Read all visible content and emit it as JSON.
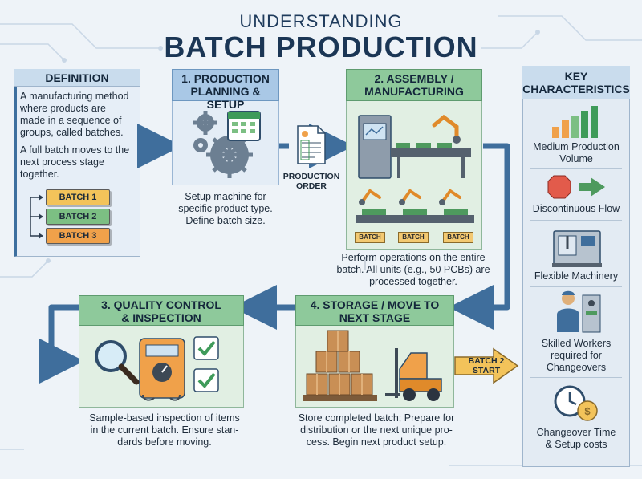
{
  "header": {
    "title_line1": "UNDERSTANDING",
    "title_line2": "BATCH PRODUCTION"
  },
  "definition": {
    "heading": "DEFINITION",
    "para1": [
      "A manufacturing method",
      "where products are",
      "made in a sequence of",
      "groups, called batches."
    ],
    "para2": [
      "A full batch moves to the",
      "next process stage",
      "together."
    ],
    "batches": [
      {
        "label": "BATCH 1",
        "color": "#f3c35a"
      },
      {
        "label": "BATCH 2",
        "color": "#7cbf83"
      },
      {
        "label": "BATCH 3",
        "color": "#f0a14a"
      }
    ]
  },
  "stages": {
    "planning": {
      "heading": [
        "1. PRODUCTION",
        "PLANNING & SETUP"
      ],
      "desc": [
        "Setup machine for",
        "specific product type.",
        "Define batch size."
      ]
    },
    "order": {
      "label": [
        "PRODUCTION",
        "ORDER"
      ]
    },
    "assembly": {
      "heading": [
        "2. ASSEMBLY /",
        "MANUFACTURING"
      ],
      "bins": [
        "BATCH",
        "BATCH",
        "BATCH"
      ],
      "desc": [
        "Perform operations on the entire",
        "batch. All units (e.g., 50 PCBs) are",
        "processed together."
      ]
    },
    "quality": {
      "heading": [
        "3. QUALITY CONTROL",
        "& INSPECTION"
      ],
      "desc": [
        "Sample-based inspection of items",
        "in the current batch. Ensure stan-",
        "dards before moving."
      ]
    },
    "storage": {
      "heading": [
        "4. STORAGE / MOVE TO",
        "NEXT STAGE"
      ],
      "desc": [
        "Store completed batch; Prepare for",
        "distribution or the next unique pro-",
        "cess. Begin next product setup."
      ],
      "next_batch": [
        "BATCH 2",
        "START"
      ]
    }
  },
  "key_characteristics": {
    "heading": [
      "KEY",
      "CHARACTERISTICS"
    ],
    "items": [
      {
        "icon": "bar-chart-icon",
        "label": [
          "Medium Production",
          "Volume"
        ]
      },
      {
        "icon": "stop-arrow-icon",
        "label": [
          "Discontinuous Flow"
        ]
      },
      {
        "icon": "cnc-machine-icon",
        "label": [
          "Flexible Machinery"
        ]
      },
      {
        "icon": "worker-icon",
        "label": [
          "Skilled Workers",
          "required for",
          "Changeovers"
        ]
      },
      {
        "icon": "clock-coin-icon",
        "label": [
          "Changeover Time",
          "& Setup costs"
        ]
      }
    ]
  },
  "colors": {
    "background": "#eef3f8",
    "navy": "#1b3655",
    "flow_arrow": "#3f6e9c",
    "green_header": "#8ec99b",
    "blue_header": "#a9c8e6",
    "orange": "#f0a14a"
  }
}
